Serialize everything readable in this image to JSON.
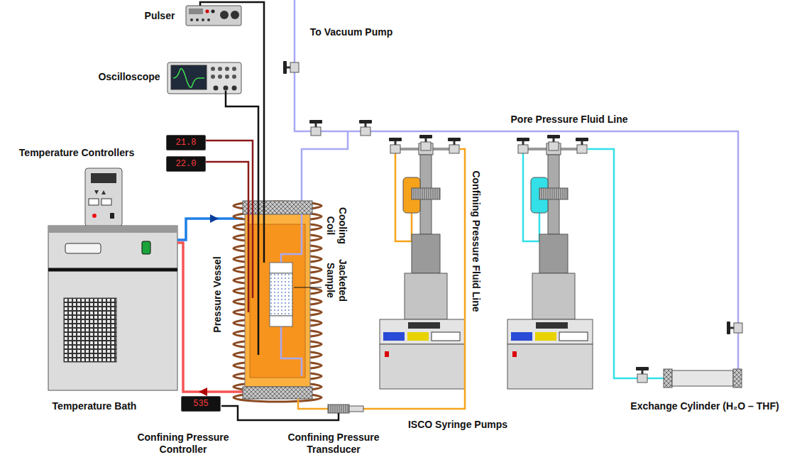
{
  "diagram": {
    "nodes": [
      {
        "text": [
          "21.8"
        ]
      },
      {
        "text": [
          "22.0"
        ]
      },
      {
        "text": [
          "535"
        ]
      }
    ],
    "labels": [
      "Pulser",
      "Oscilloscope",
      "Temperature Controllers",
      "Temperature Bath",
      "To Vacuum Pump",
      "Pore Pressure Fluid Line",
      "Cooling Coil",
      "Jacketed Sample",
      "Pressure Vessel",
      "Confining Pressure Fluid Line",
      "ISCO Syringe Pumps",
      "Exchange Cylinder (H₂O – THF)",
      "Confining Pressure Controller",
      "Confining Pressure Transducer"
    ]
  }
}
